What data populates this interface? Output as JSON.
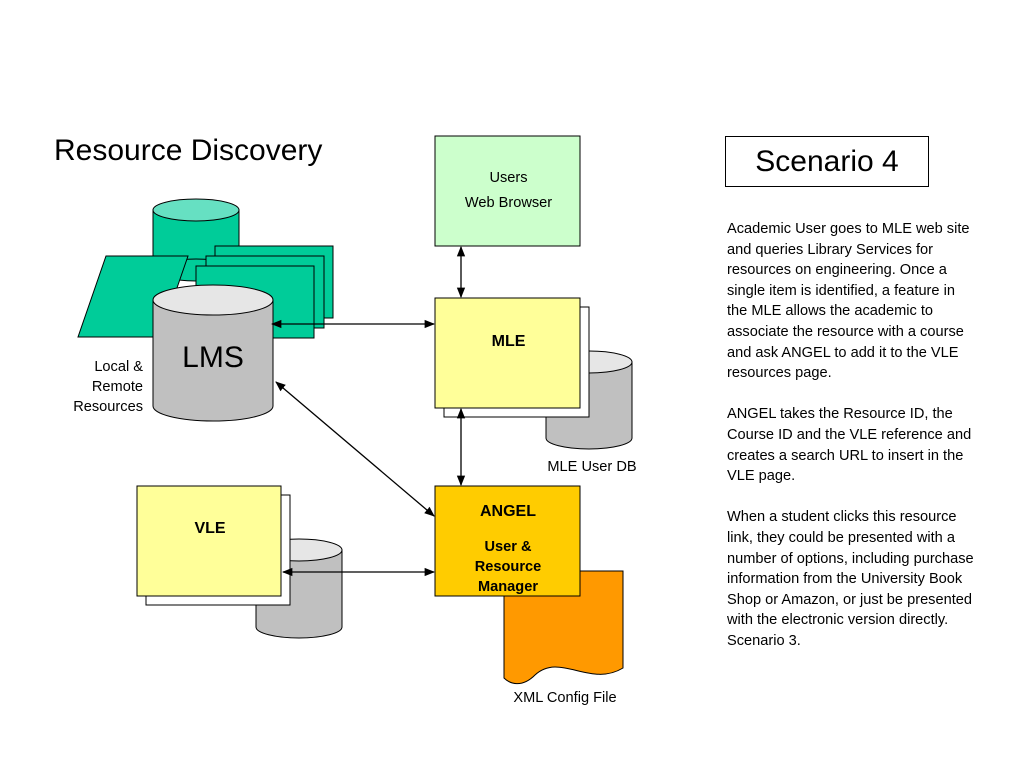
{
  "title": "Resource Discovery",
  "scenario_badge": "Scenario 4",
  "description": [
    "Academic User goes to MLE web site and queries Library Services for resources on engineering. Once a single item is identified, a feature in the MLE allows the academic to associate the resource with a course and ask ANGEL to add it to the VLE resources page.",
    "ANGEL takes the Resource ID, the Course ID and the VLE reference and creates a search URL to insert in the VLE page.",
    "When a student clicks this resource link, they could be presented with a number of options, including purchase information from the University Book Shop or Amazon, or just be presented with the electronic version directly. Scenario 3."
  ],
  "nodes": {
    "users": {
      "line1": "Users",
      "line2": "Web Browser"
    },
    "mle": {
      "label": "MLE"
    },
    "vle": {
      "label": "VLE"
    },
    "angel": {
      "title": "ANGEL",
      "subtitle": "User & Resource Manager"
    },
    "lms": {
      "label": "LMS"
    },
    "local_resources": {
      "label": "Local & Remote Resources"
    },
    "mle_user_db": {
      "label": "MLE User DB"
    },
    "xml_config": {
      "label": "XML Config File"
    }
  },
  "colors": {
    "users_fill": "#ccffcc",
    "mle_fill": "#ffff99",
    "vle_fill": "#ffff99",
    "angel_fill": "#ffcc00",
    "xml_fill": "#ff9900",
    "teal_fill": "#00cc99",
    "teal_top": "#66e0c2",
    "db_fill": "#c0c0c0",
    "db_top": "#e6e6e6"
  },
  "connections": [
    {
      "from": "users",
      "to": "mle",
      "direction": "both"
    },
    {
      "from": "lms",
      "to": "mle",
      "direction": "both"
    },
    {
      "from": "mle",
      "to": "angel",
      "direction": "both"
    },
    {
      "from": "lms",
      "to": "angel",
      "direction": "both"
    },
    {
      "from": "vle",
      "to": "angel",
      "direction": "both"
    }
  ]
}
